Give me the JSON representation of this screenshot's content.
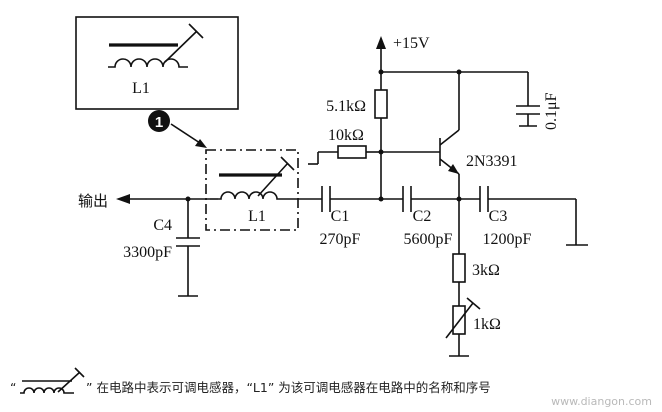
{
  "supply": {
    "label": "+15V"
  },
  "output": {
    "label": "输出"
  },
  "callout": {
    "number": "1",
    "inductor_label": "L1"
  },
  "components": {
    "l1": {
      "name": "L1"
    },
    "c4": {
      "name": "C4",
      "value": "3300pF"
    },
    "c1": {
      "name": "C1",
      "value": "270pF"
    },
    "c2": {
      "name": "C2",
      "value": "5600pF"
    },
    "c3": {
      "name": "C3",
      "value": "1200pF"
    },
    "r_top": {
      "value": "5.1kΩ"
    },
    "r_base": {
      "value": "10kΩ"
    },
    "r_emitter": {
      "value": "3kΩ"
    },
    "r_var": {
      "value": "1kΩ"
    },
    "c_bypass": {
      "value": "0.1μF"
    },
    "transistor": {
      "name": "2N3391"
    }
  },
  "caption": {
    "prefix": "“",
    "text": "” 在电路中表示可调电感器，“L1” 为该可调电感器在电路中的名称和序号"
  },
  "watermark": "www.diangon.com"
}
